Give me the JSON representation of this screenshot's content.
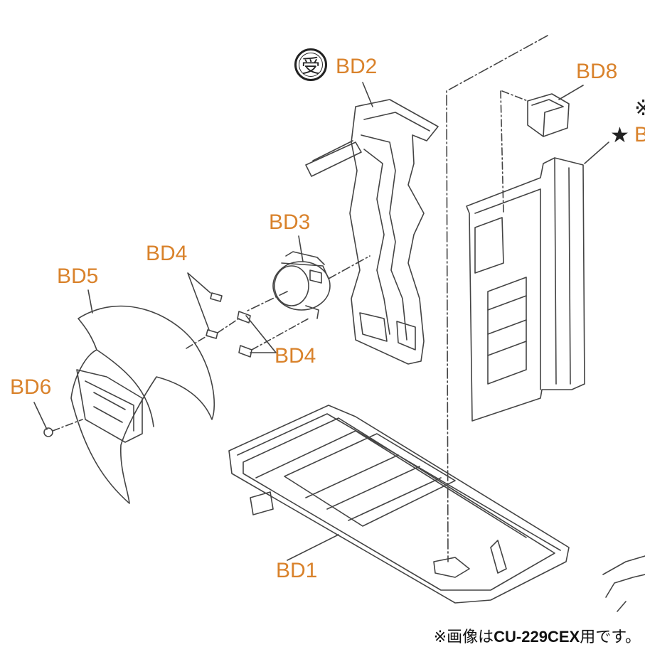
{
  "labels": {
    "bd1": "BD1",
    "bd2": "BD2",
    "bd3": "BD3",
    "bd4_top": "BD4",
    "bd4_bottom": "BD4",
    "bd5": "BD5",
    "bd6": "BD6",
    "bd8": "BD8",
    "bd_cut": "B"
  },
  "marks": {
    "uke_badge": "受",
    "star": "★",
    "ref_mark": "※"
  },
  "caption": {
    "prefix": "※画像は",
    "model": "CU-229CEX",
    "suffix": "用です。"
  },
  "colors": {
    "label": "#d9822b",
    "line": "#333333"
  }
}
